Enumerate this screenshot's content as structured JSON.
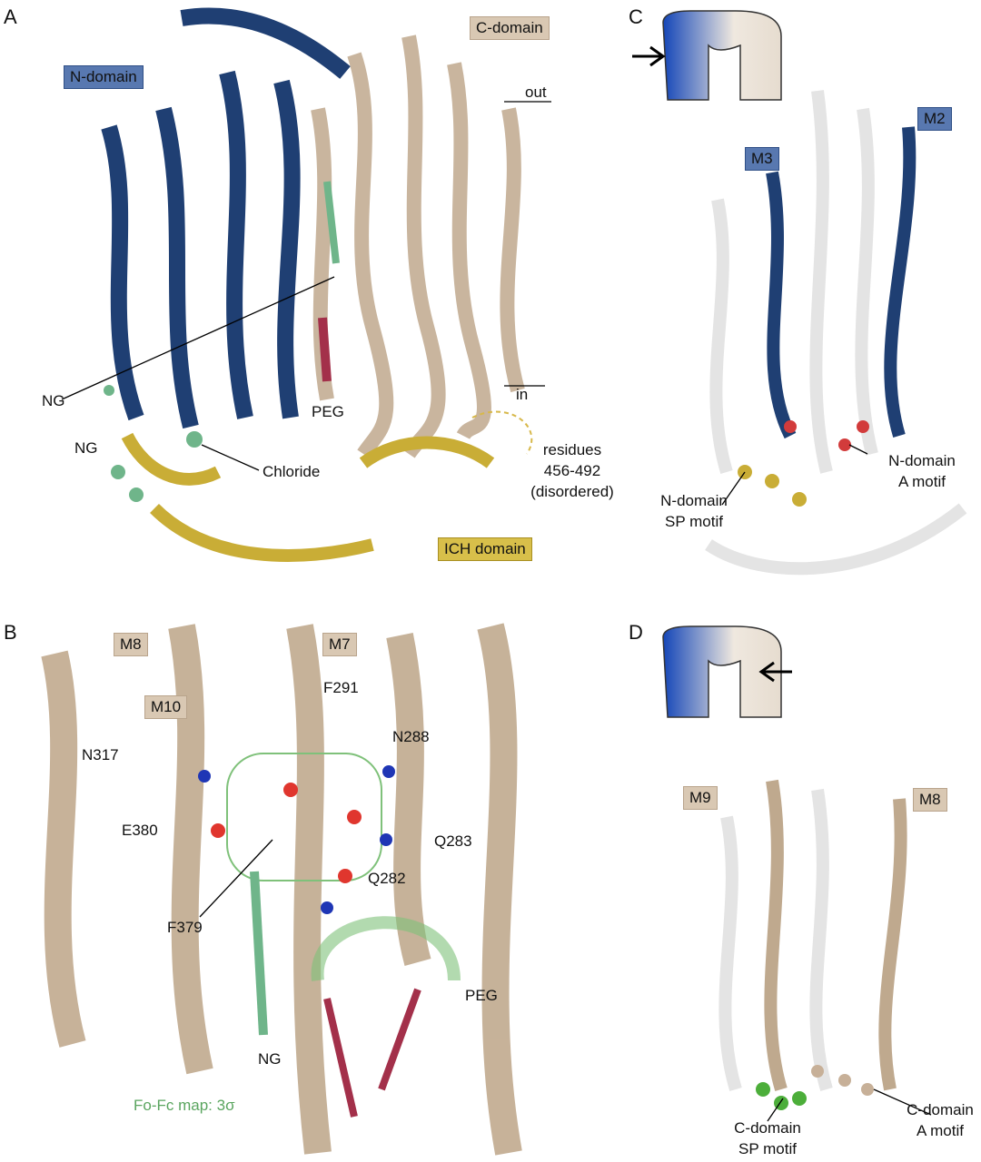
{
  "panels": {
    "a": {
      "letter": "A",
      "c_domain": "C-domain",
      "n_domain": "N-domain",
      "out": "out",
      "in": "in",
      "ng_top": "NG",
      "ng_bottom": "NG",
      "peg": "PEG",
      "chloride": "Chloride",
      "residues": [
        "residues",
        "456-492",
        "(disordered)"
      ],
      "ich_domain": "ICH domain"
    },
    "b": {
      "letter": "B",
      "helices": [
        "M8",
        "M7",
        "M10"
      ],
      "residues": [
        "F291",
        "N288",
        "N317",
        "E380",
        "Q283",
        "Q282",
        "F379"
      ],
      "peg": "PEG",
      "ng": "NG",
      "map_label": "Fo-Fc map: 3σ"
    },
    "c": {
      "letter": "C",
      "helices": [
        "M2",
        "M3"
      ],
      "a_motif": [
        "N-domain",
        "A motif"
      ],
      "sp_motif": [
        "N-domain",
        "SP motif"
      ]
    },
    "d": {
      "letter": "D",
      "helices": [
        "M9",
        "M8"
      ],
      "a_motif": [
        "C-domain",
        "A motif"
      ],
      "sp_motif": [
        "C-domain",
        "SP motif"
      ]
    }
  },
  "colors": {
    "n_domain": "#1f3f73",
    "c_domain": "#bfa98e",
    "ich": "#c9ad36",
    "ng": "#6fb58a",
    "peg": "#a3304a",
    "grey": "#e8e8e8"
  }
}
